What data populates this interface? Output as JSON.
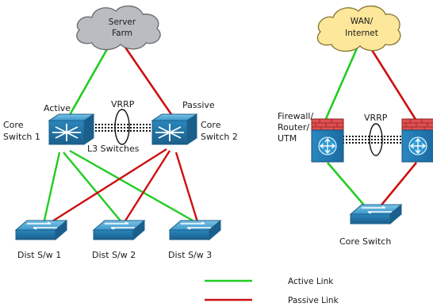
{
  "clouds": {
    "server_farm": "Server Farm",
    "wan": "WAN/ Internet"
  },
  "labels": {
    "active": "Active",
    "passive": "Passive",
    "core_switch_1": "Core Switch 1",
    "core_switch_2": "Core Switch 2",
    "l3_switches": "L3 Switches",
    "vrrp_left": "VRRP",
    "vrrp_right": "VRRP",
    "firewall": "Firewall/ Router/ UTM",
    "core_switch": "Core Switch",
    "dist_1": "Dist S/w 1",
    "dist_2": "Dist S/w 2",
    "dist_3": "Dist S/w 3"
  },
  "legend": {
    "active_link": "Active Link",
    "passive_link": "Passive Link"
  },
  "colors": {
    "active_link": "#22cc22",
    "passive_link": "#cc1111",
    "switch_blue": "#2e8fc4",
    "firewall_red": "#e05050",
    "cloud_grey": "#b9bcc0",
    "cloud_yellow": "#fde79a"
  },
  "icons": [
    "cloud-icon",
    "l3-switch-icon",
    "firewall-icon",
    "switch-icon"
  ]
}
